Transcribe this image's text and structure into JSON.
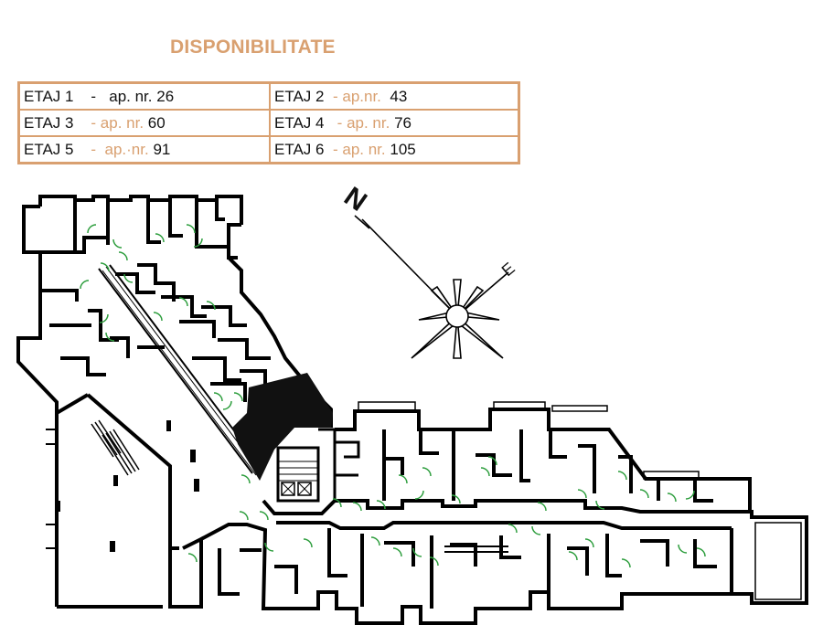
{
  "title": "DISPONIBILITATE",
  "floors": [
    {
      "floor": "ETAJ 1",
      "sep": "-",
      "ap_label": "ap. nr.",
      "number": "26"
    },
    {
      "floor": "ETAJ 2",
      "sep": "-",
      "ap_label": "ap.nr.",
      "number": "43"
    },
    {
      "floor": "ETAJ 3",
      "sep": "-",
      "ap_label": "ap. nr.",
      "number": "60"
    },
    {
      "floor": "ETAJ 4",
      "sep": "-",
      "ap_label": "ap. nr.",
      "number": "76"
    },
    {
      "floor": "ETAJ 5",
      "sep": "-",
      "ap_label": "ap.·nr.",
      "number": "91"
    },
    {
      "floor": "ETAJ 6",
      "sep": "-",
      "ap_label": "ap. nr.",
      "number": "105"
    }
  ],
  "compass": {
    "north": "N",
    "east": "E"
  },
  "colors": {
    "accent": "#d9a070",
    "wall": "#000000",
    "door": "#2e9e3e"
  }
}
